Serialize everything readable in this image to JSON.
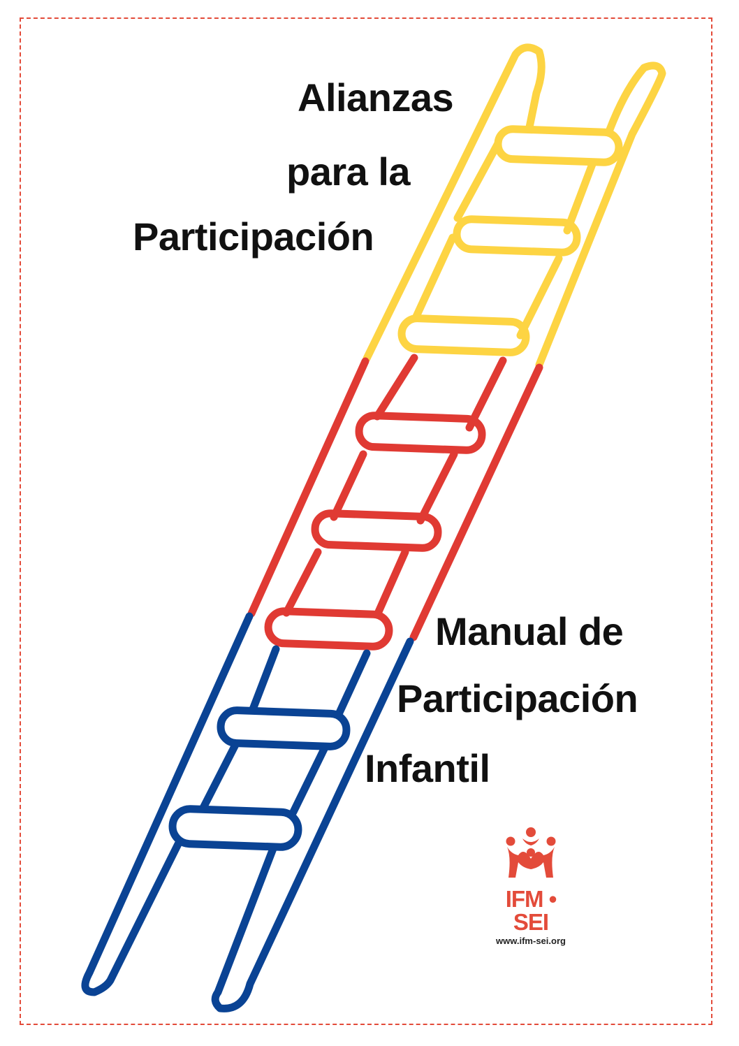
{
  "title_top": {
    "line1": "Alianzas",
    "line2": "para la",
    "line3": "Participación"
  },
  "title_bottom": {
    "line1": "Manual de",
    "line2": "Participación",
    "line3": "Infantil"
  },
  "logo": {
    "brand": "IFM • SEI",
    "url": "www.ifm-sei.org"
  },
  "colors": {
    "yellow": "#fdd443",
    "red": "#e03a33",
    "blue": "#0a4394",
    "frame": "#e34b3a",
    "text": "#111111"
  }
}
